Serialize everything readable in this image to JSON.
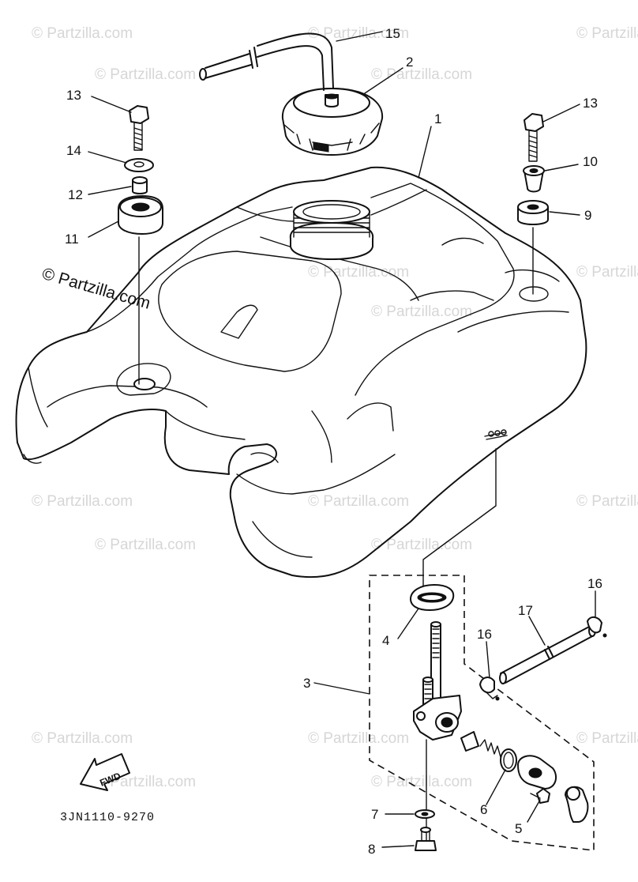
{
  "diagram": {
    "code": "3JN1110-9270",
    "fwd_label": "FWD",
    "watermark": "© Partzilla.com",
    "callouts": [
      "1",
      "2",
      "3",
      "4",
      "5",
      "6",
      "7",
      "8",
      "9",
      "10",
      "11",
      "12",
      "13",
      "13",
      "14",
      "15",
      "16",
      "16",
      "17"
    ]
  }
}
